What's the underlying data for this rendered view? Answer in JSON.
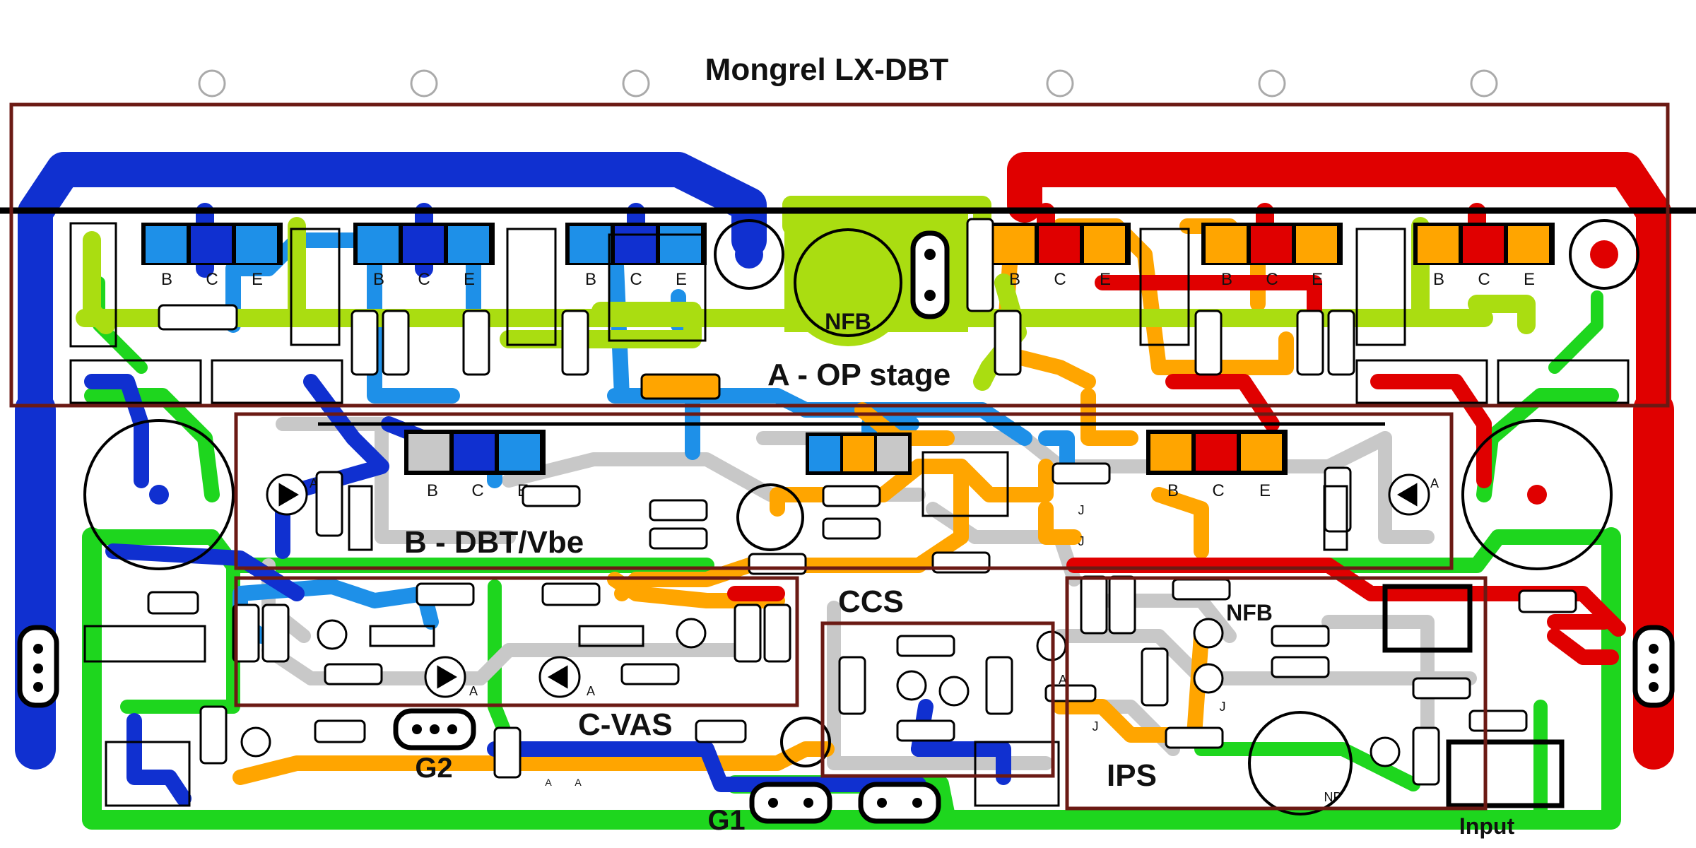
{
  "title": "Mongrel LX-DBT",
  "sections": {
    "op_stage": "A - OP stage",
    "dbt": "B - DBT/Vbe",
    "cvas": "C-VAS",
    "ccs": "CCS",
    "ips": "IPS"
  },
  "labels": {
    "nfb_top": "NFB",
    "nfb_ips": "NFB",
    "g1": "G1",
    "g2": "G2",
    "input": "Input"
  },
  "pins": {
    "b": "B",
    "c": "C",
    "e": "E",
    "j": "J",
    "a": "A",
    "np": "NP"
  },
  "colors": {
    "negative_rail": "#1030d0",
    "positive_rail": "#e00000",
    "ground": "#1ed61e",
    "feedback": "#aadd11",
    "trace_blue": "#1e90e8",
    "trace_orange": "#ffa500",
    "trace_grey": "#c8c8c8",
    "section_box": "#6b1a14"
  }
}
